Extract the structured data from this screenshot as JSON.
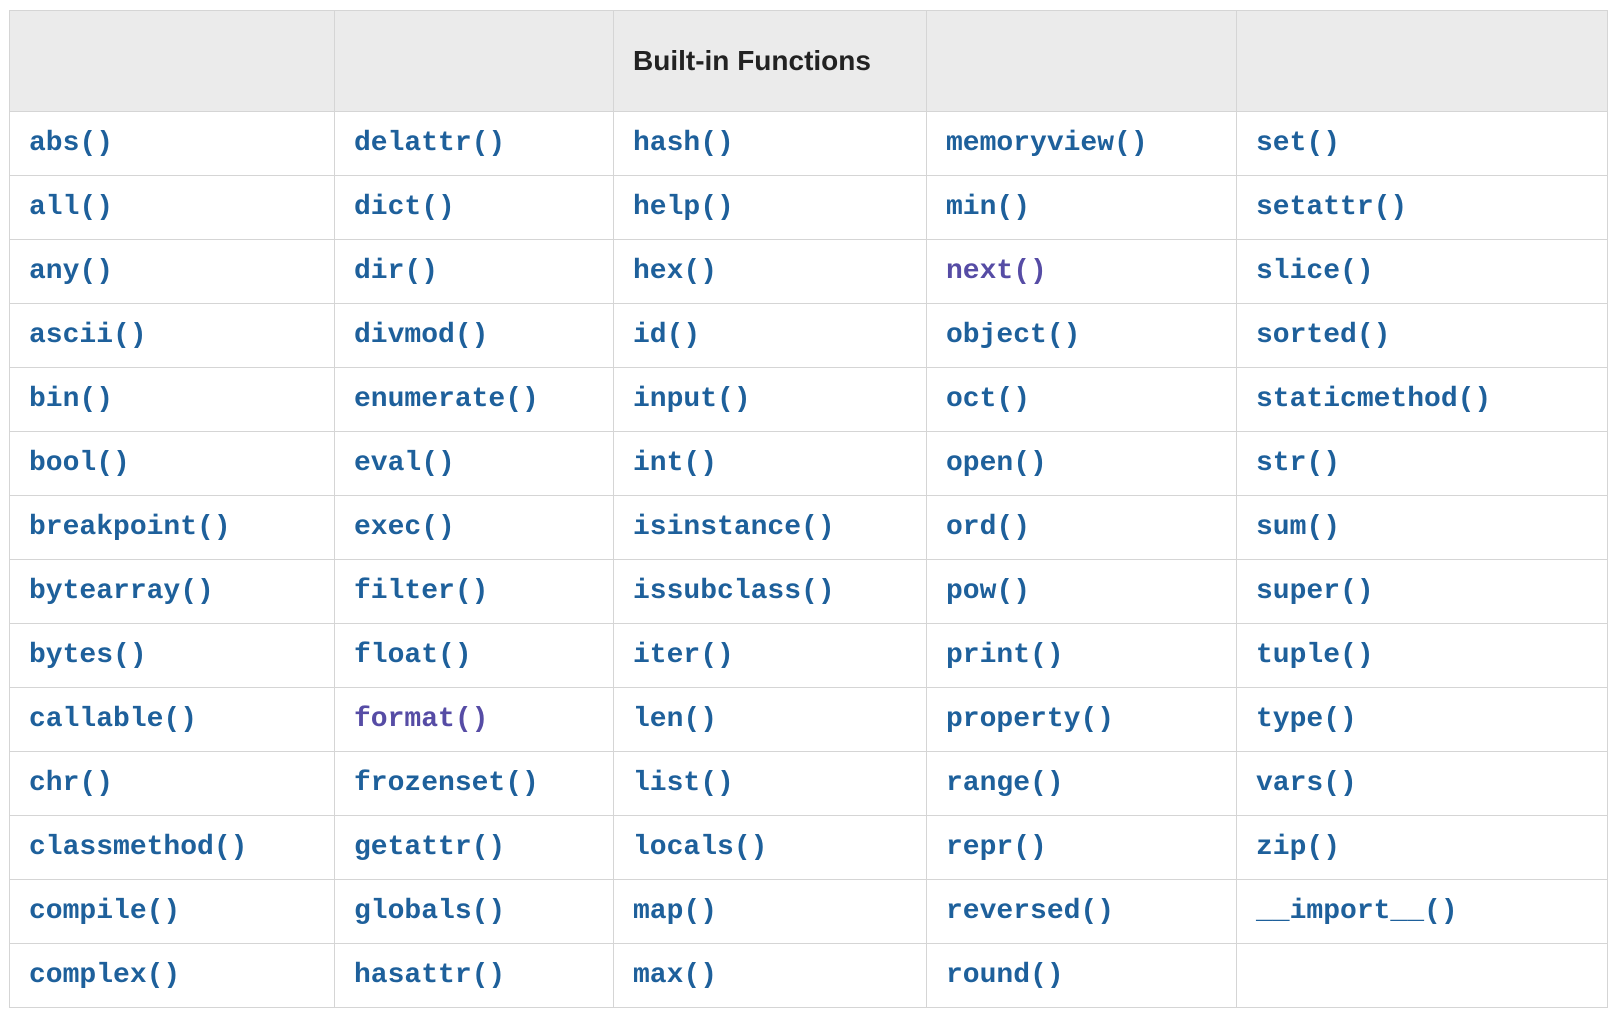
{
  "colors": {
    "link": "#1e609b",
    "visited_link": "#564ca5",
    "header_bg": "#ebebeb",
    "border": "#d5d5d5",
    "header_text": "#222222",
    "page_bg": "#ffffff"
  },
  "table": {
    "title": "Built-in Functions",
    "header_cells": [
      "",
      "",
      "Built-in Functions",
      "",
      ""
    ],
    "visited_links": [
      "next()",
      "format()"
    ],
    "rows": [
      [
        "abs()",
        "delattr()",
        "hash()",
        "memoryview()",
        "set()"
      ],
      [
        "all()",
        "dict()",
        "help()",
        "min()",
        "setattr()"
      ],
      [
        "any()",
        "dir()",
        "hex()",
        "next()",
        "slice()"
      ],
      [
        "ascii()",
        "divmod()",
        "id()",
        "object()",
        "sorted()"
      ],
      [
        "bin()",
        "enumerate()",
        "input()",
        "oct()",
        "staticmethod()"
      ],
      [
        "bool()",
        "eval()",
        "int()",
        "open()",
        "str()"
      ],
      [
        "breakpoint()",
        "exec()",
        "isinstance()",
        "ord()",
        "sum()"
      ],
      [
        "bytearray()",
        "filter()",
        "issubclass()",
        "pow()",
        "super()"
      ],
      [
        "bytes()",
        "float()",
        "iter()",
        "print()",
        "tuple()"
      ],
      [
        "callable()",
        "format()",
        "len()",
        "property()",
        "type()"
      ],
      [
        "chr()",
        "frozenset()",
        "list()",
        "range()",
        "vars()"
      ],
      [
        "classmethod()",
        "getattr()",
        "locals()",
        "repr()",
        "zip()"
      ],
      [
        "compile()",
        "globals()",
        "map()",
        "reversed()",
        "__import__()"
      ],
      [
        "complex()",
        "hasattr()",
        "max()",
        "round()",
        ""
      ]
    ]
  }
}
